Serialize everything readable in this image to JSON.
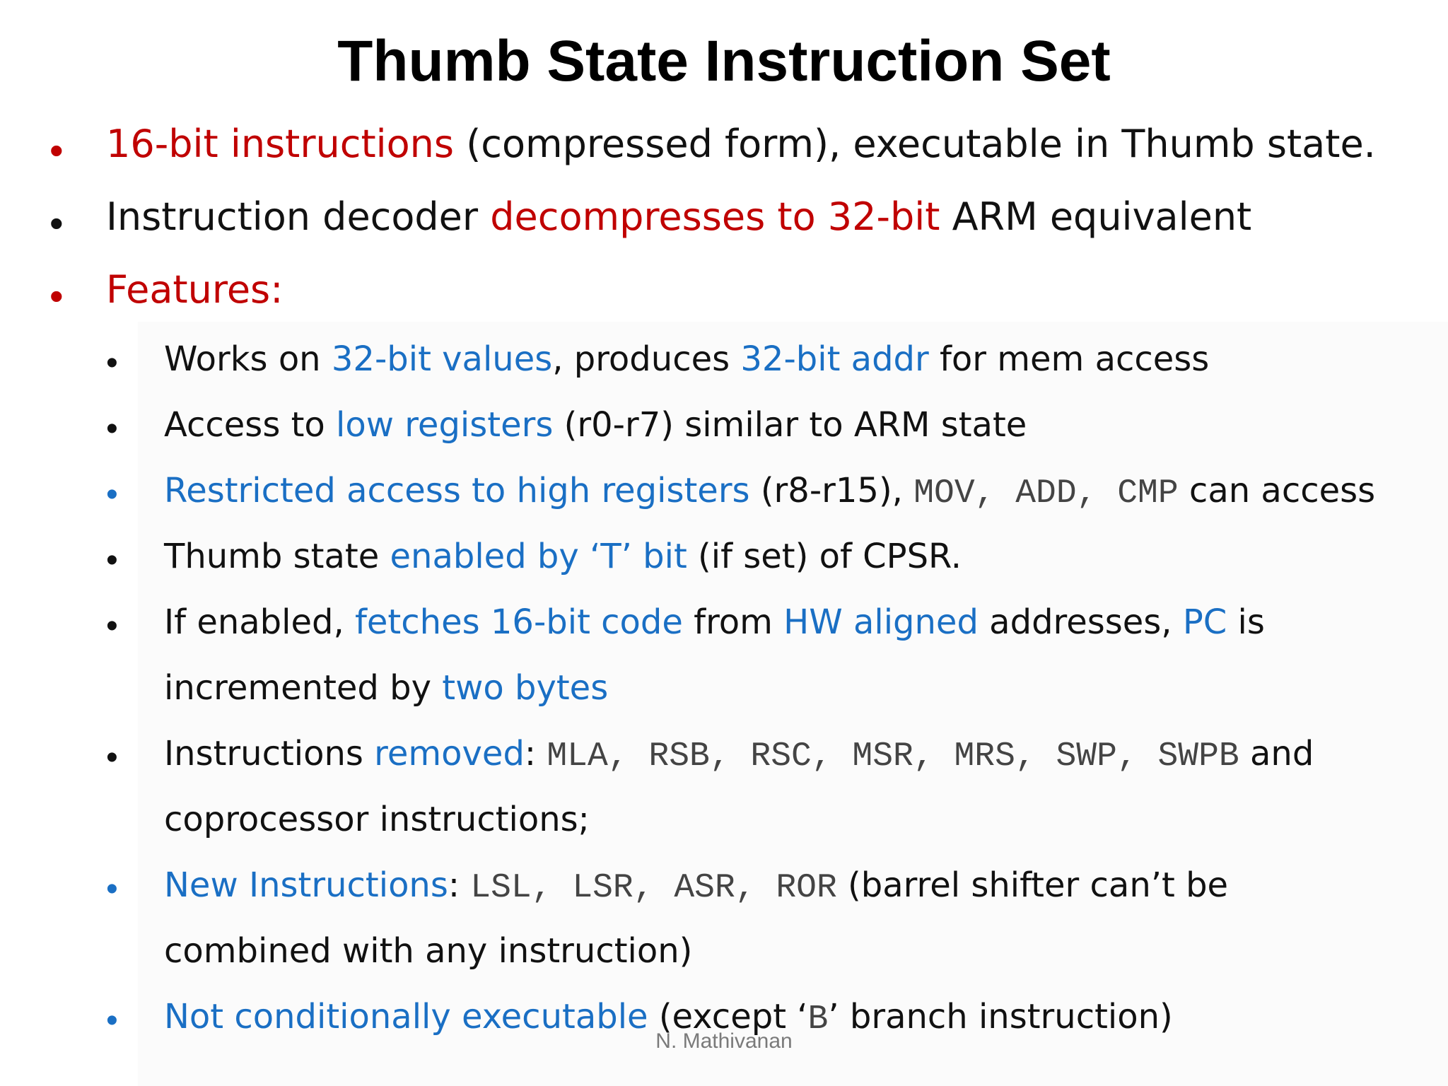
{
  "colors": {
    "red": "#c00000",
    "blue": "#1a6fc4",
    "black": "#111111",
    "code": "#444444"
  },
  "title": "Thumb State Instruction Set",
  "bullets": {
    "b1": {
      "a": "16-bit instructions",
      "b": " (compressed form), executable in Thumb state."
    },
    "b2": {
      "a": "Instruction decoder ",
      "b": "decompresses to 32-bit",
      "c": " ARM equivalent"
    },
    "b3": {
      "a": "Features:"
    }
  },
  "features": {
    "f1": {
      "a": "Works on ",
      "b": "32-bit values",
      "c": ", produces ",
      "d": "32-bit addr",
      "e": " for mem access"
    },
    "f2": {
      "a": "Access to ",
      "b": "low registers",
      "c": " (r0-r7) similar to ARM state"
    },
    "f3": {
      "a": "Restricted access to high registers",
      "b": " (r8-r15), ",
      "code": "MOV, ADD, CMP",
      "c": " can access"
    },
    "f4": {
      "a": "Thumb state ",
      "b": "enabled by ‘T’ bit",
      "c": " (if set) of CPSR."
    },
    "f5": {
      "a": "If enabled, ",
      "b": "fetches 16-bit code",
      "c": " from ",
      "d": "HW aligned",
      "e": " addresses, ",
      "f": "PC",
      "g": " is"
    },
    "f5b": {
      "a": "incremented by ",
      "b": "two bytes"
    },
    "f6": {
      "a": "Instructions ",
      "b": "removed",
      "c": ": ",
      "code": "MLA, RSB, RSC, MSR, MRS, SWP, SWPB",
      "d": " and"
    },
    "f6b": {
      "a": "coprocessor instructions;"
    },
    "f7": {
      "a": "New Instructions",
      "b": ": ",
      "code": "LSL, LSR, ASR, ROR",
      "c": "  (barrel shifter can’t be"
    },
    "f7b": {
      "a": "combined with any instruction)"
    },
    "f8": {
      "a": "Not conditionally executable",
      "b": " (except ‘",
      "code": "B",
      "c": "’ branch instruction)"
    }
  },
  "footer": "N. Mathivanan"
}
